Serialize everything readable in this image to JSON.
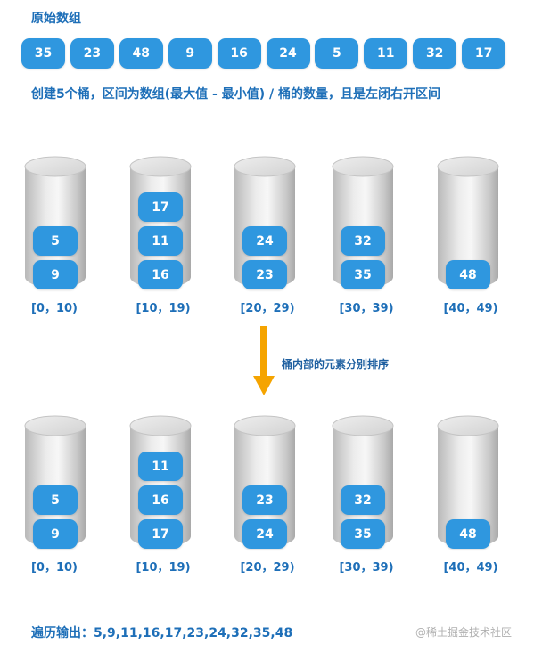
{
  "labels": {
    "original_array": "原始数组",
    "description": "创建5个桶，区间为数组(最大值 - 最小值) / 桶的数量，且是左闭右开区间",
    "sort_note": "桶内部的元素分别排序",
    "output_label": "遍历输出：",
    "output_values": "5,9,11,16,17,23,24,32,35,48",
    "watermark": "@稀土掘金技术社区"
  },
  "array": [
    "35",
    "23",
    "48",
    "9",
    "16",
    "24",
    "5",
    "11",
    "32",
    "17"
  ],
  "buckets_before": [
    {
      "range": "[0，10)",
      "items": [
        "5",
        "9"
      ]
    },
    {
      "range": "[10，19)",
      "items": [
        "17",
        "11",
        "16"
      ]
    },
    {
      "range": "[20，29)",
      "items": [
        "24",
        "23"
      ]
    },
    {
      "range": "[30，39)",
      "items": [
        "32",
        "35"
      ]
    },
    {
      "range": "[40，49)",
      "items": [
        "48"
      ]
    }
  ],
  "buckets_after": [
    {
      "range": "[0，10)",
      "items": [
        "5",
        "9"
      ]
    },
    {
      "range": "[10，19)",
      "items": [
        "11",
        "16",
        "17"
      ]
    },
    {
      "range": "[20，29)",
      "items": [
        "23",
        "24"
      ]
    },
    {
      "range": "[30，39)",
      "items": [
        "32",
        "35"
      ]
    },
    {
      "range": "[40，49)",
      "items": [
        "48"
      ]
    }
  ],
  "colors": {
    "chip": "#2f97df",
    "heading": "#1e6fb8",
    "arrow": "#f5a400"
  },
  "icons": {
    "arrow": "down-arrow-icon"
  }
}
